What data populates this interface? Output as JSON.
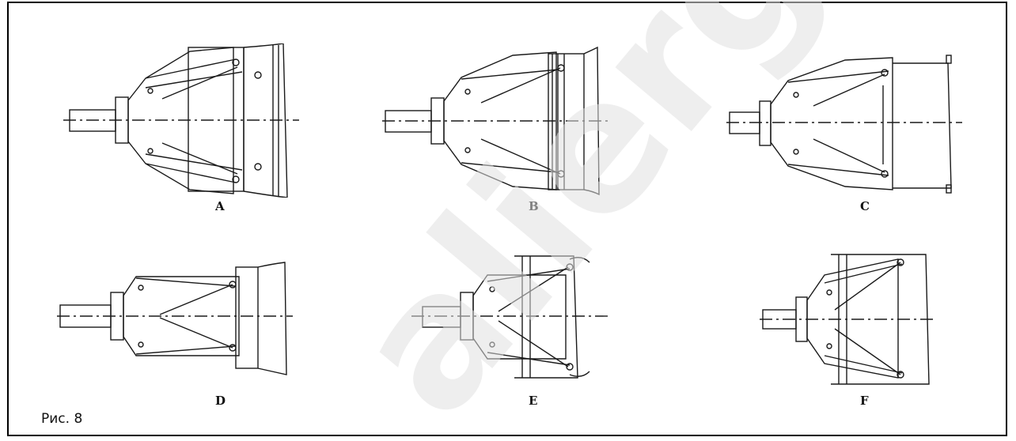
{
  "figure": {
    "panels": [
      {
        "id": "A",
        "label": "A"
      },
      {
        "id": "B",
        "label": "B"
      },
      {
        "id": "C",
        "label": "C"
      },
      {
        "id": "D",
        "label": "D"
      },
      {
        "id": "E",
        "label": "E"
      },
      {
        "id": "F",
        "label": "F"
      }
    ],
    "caption": "Рис. 8",
    "watermark_text": "aliergo"
  },
  "colors": {
    "line": "#1a1a1a",
    "watermark": "#e6e6e6"
  }
}
